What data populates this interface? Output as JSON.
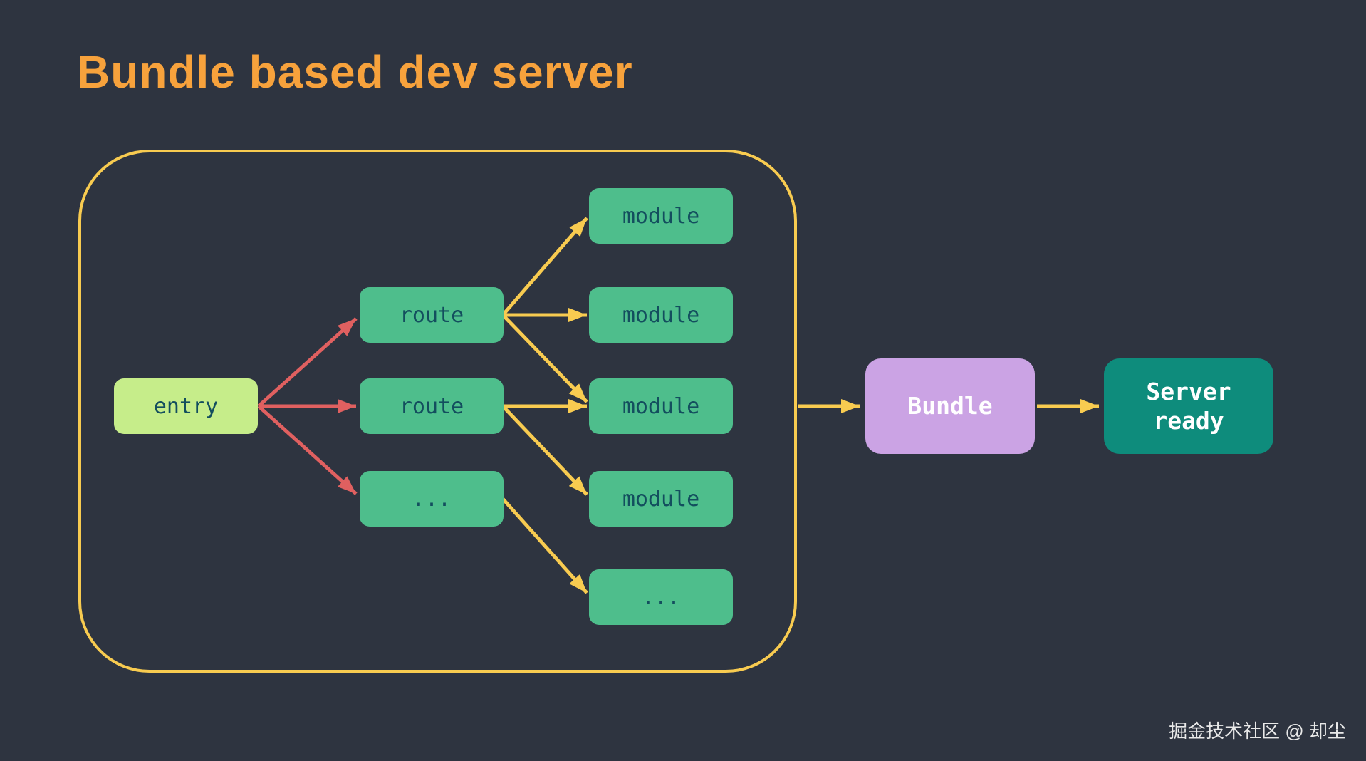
{
  "title": "Bundle based dev server",
  "watermark": "掘金技术社区 @ 却尘",
  "colors": {
    "bg": "#2e3440",
    "title": "#f7a23c",
    "outline": "#f8cb50",
    "arrow-yellow": "#f8cb50",
    "arrow-red": "#e06060",
    "node-green": "#4ebe8c",
    "node-lime": "#c6ed8a",
    "node-purple": "#cba3e4",
    "node-teal": "#0e8c7c",
    "node-ink": "#134e5e",
    "big-ink": "#ffffff",
    "watermark-ink": "#e9e9e9"
  },
  "diagram": {
    "entry": {
      "label": "entry"
    },
    "routes": [
      {
        "label": "route"
      },
      {
        "label": "route"
      },
      {
        "label": "..."
      }
    ],
    "modules": [
      {
        "label": "module"
      },
      {
        "label": "module"
      },
      {
        "label": "module"
      },
      {
        "label": "module"
      },
      {
        "label": "..."
      }
    ],
    "bundle": {
      "label": "Bundle"
    },
    "server_ready": {
      "label": "Server ready"
    }
  }
}
